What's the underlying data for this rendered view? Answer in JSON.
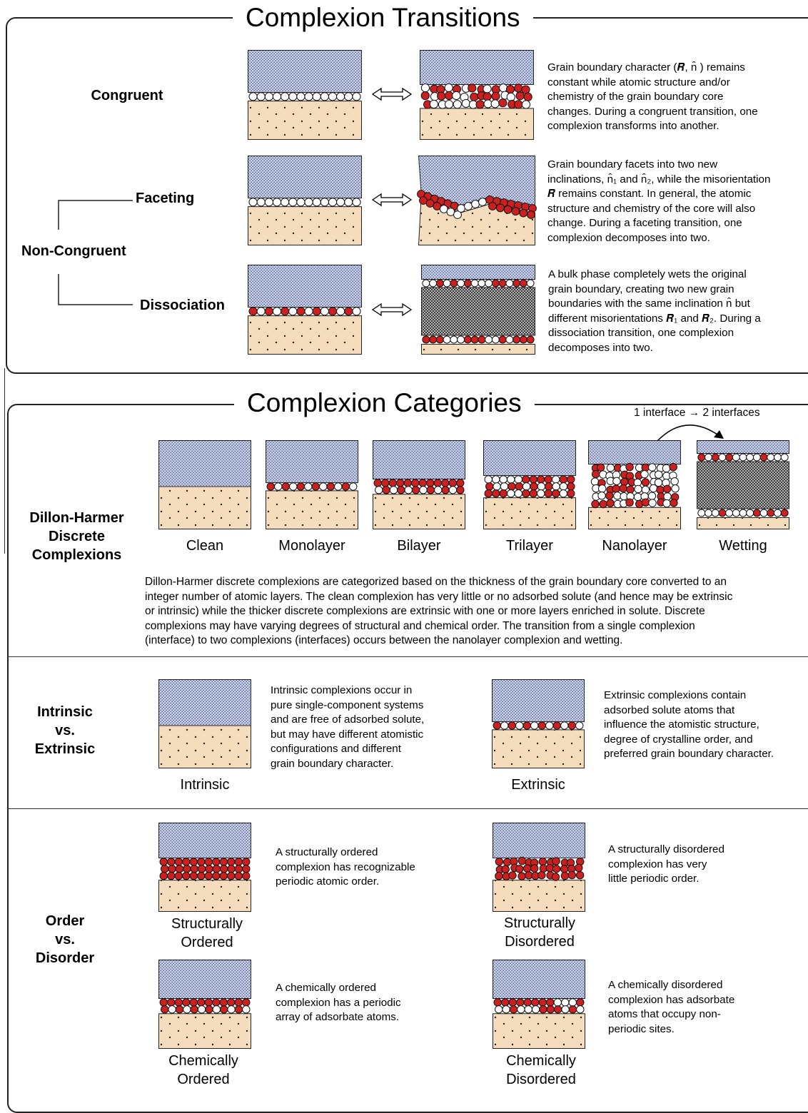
{
  "transitions": {
    "title": "Complexion Transitions",
    "congruent_label": "Congruent",
    "faceting_label": "Faceting",
    "noncongruent_label": "Non-Congruent",
    "dissociation_label": "Dissociation",
    "congruent_desc": [
      "Grain boundary character (𝑹, n̂ ) remains",
      "constant while atomic structure and/or",
      "chemistry of the grain boundary core",
      "changes.  During a congruent transition, one",
      "complexion transforms into another."
    ],
    "faceting_desc": [
      "Grain boundary facets into two new",
      "inclinations, n̂₁ and n̂₂, while the misorientation",
      "𝑹 remains constant.  In general, the atomic",
      "structure and chemistry of the core will also",
      "change.  During a faceting transition, one",
      "complexion decomposes into two."
    ],
    "dissociation_desc": [
      "A bulk phase completely wets the original",
      "grain boundary, creating two new grain",
      "boundaries with the same inclination n̂  but",
      "different misorientations 𝑹₁ and 𝑹₂.  During a",
      "dissociation transition, one complexion",
      "decomposes into two."
    ]
  },
  "categories": {
    "title": "Complexion Categories",
    "interface_note": "1 interface → 2 interfaces",
    "dh_label": [
      "Dillon-Harmer",
      "Discrete",
      "Complexions"
    ],
    "dh_captions": [
      "Clean",
      "Monolayer",
      "Bilayer",
      "Trilayer",
      "Nanolayer",
      "Wetting"
    ],
    "dh_paragraph": [
      "Dillon-Harmer discrete complexions are categorized based on the thickness of the grain boundary core converted to an",
      "integer number of atomic layers.  The clean complexion has very little or no adsorbed solute (and hence may be extrinsic",
      "or intrinsic) while the thicker discrete complexions are extrinsic with one or more layers enriched in solute.  Discrete",
      "complexions may have varying degrees of structural and chemical order.  The transition from a single complexion",
      "(interface) to two complexions (interfaces) occurs between the nanolayer complexion and wetting."
    ],
    "ie_label": [
      "Intrinsic",
      "vs.",
      "Extrinsic"
    ],
    "intrinsic_caption": "Intrinsic",
    "intrinsic_desc": [
      "Intrinsic complexions occur in",
      "pure single-component systems",
      "and are free of adsorbed solute,",
      "but may have different atomistic",
      "configurations and different",
      "grain boundary character."
    ],
    "extrinsic_caption": "Extrinsic",
    "extrinsic_desc": [
      "Extrinsic complexions contain",
      "adsorbed solute atoms that",
      "influence the atomistic structure,",
      "degree of crystalline order, and",
      "preferred grain boundary character."
    ],
    "od_label": [
      "Order",
      "vs.",
      "Disorder"
    ],
    "struct_ordered_caption": [
      "Structurally",
      "Ordered"
    ],
    "struct_ordered_desc": [
      "A structurally ordered",
      "complexion has recognizable",
      "periodic atomic order."
    ],
    "struct_disordered_caption": [
      "Structurally",
      "Disordered"
    ],
    "struct_disordered_desc": [
      "A structurally disordered",
      "complexion has very",
      "little periodic order."
    ],
    "chem_ordered_caption": [
      "Chemically",
      "Ordered"
    ],
    "chem_ordered_desc": [
      "A chemically ordered",
      "complexion has a periodic",
      "array of adsorbate atoms."
    ],
    "chem_disordered_caption": [
      "Chemically",
      "Disordered"
    ],
    "chem_disordered_desc": [
      "A chemically disordered",
      "complexion has adsorbate",
      "atoms that occupy non-",
      "periodic sites."
    ]
  },
  "colors": {
    "top_grain": "#c7d0e8",
    "bottom_grain": "#f5dcbc",
    "solute_atom": "#cc2020",
    "host_atom": "#ffffff",
    "wetting_phase": "#9a9a9a"
  }
}
